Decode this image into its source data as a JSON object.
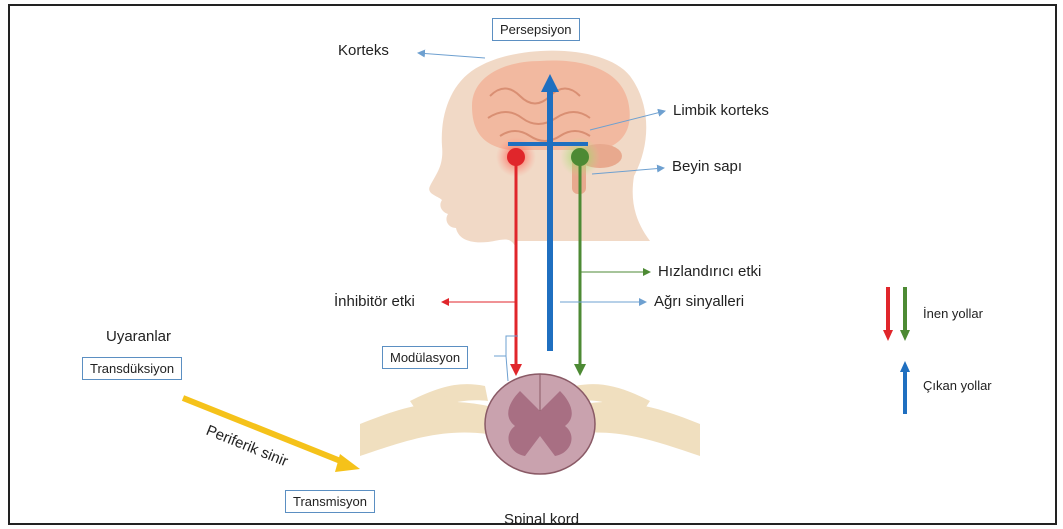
{
  "labels": {
    "persepsiyon": "Persepsiyon",
    "korteks": "Korteks",
    "limbik": "Limbik korteks",
    "beyin_sapi": "Beyin sapı",
    "hizlandirici": "Hızlandırıcı etki",
    "inhibitor": "İnhibitör etki",
    "agri": "Ağrı sinyalleri",
    "uyaranlar": "Uyaranlar",
    "transduksiyon": "Transdüksiyon",
    "modulasyon": "Modülasyon",
    "periferik": "Periferik sinir",
    "transmisyon": "Transmisyon",
    "spinal_kord": "Spinal kord"
  },
  "legend": {
    "inen": "İnen yollar",
    "cikan": "Çıkan yollar"
  },
  "colors": {
    "red": "#e0262b",
    "green": "#4d8a34",
    "blue": "#1f6fc0",
    "yellow": "#f5c21a",
    "leader": "#6ea0d0",
    "skin": "#f1d9c6",
    "brain": "#f2b9a0",
    "cord": "#c9a2ae",
    "nerve": "#f0dfbf"
  }
}
